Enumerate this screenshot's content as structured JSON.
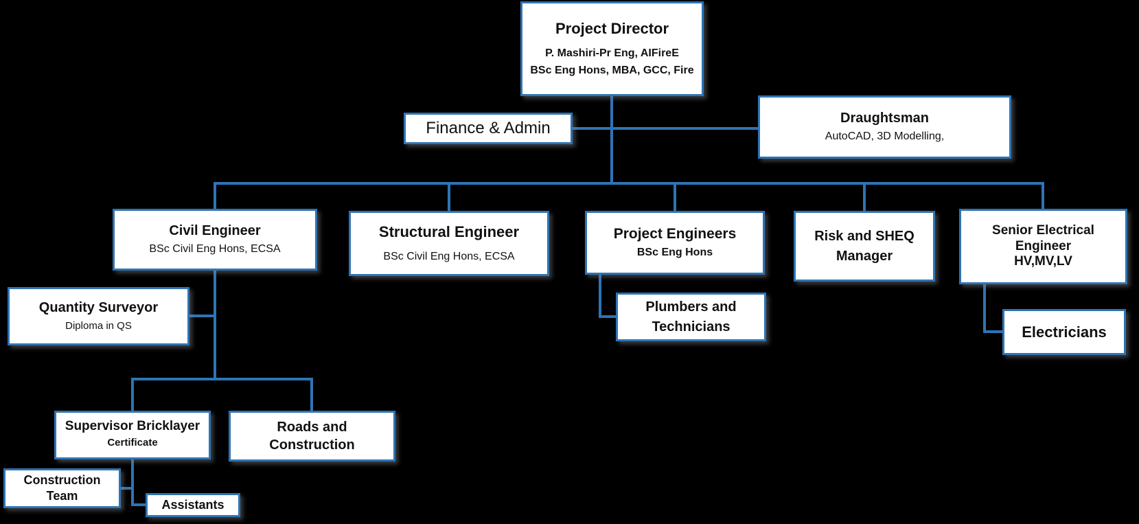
{
  "colors": {
    "background": "#000000",
    "box_fill": "#FFFFFF",
    "box_border": "#2E74B5",
    "connector": "#2E74B5",
    "text": "#111111"
  },
  "nodes": {
    "project_director": {
      "title": "Project Director",
      "sub1": "P. Mashiri-Pr Eng, AIFireE",
      "sub2": "BSc Eng Hons, MBA, GCC, Fire"
    },
    "finance_admin": {
      "title": "Finance & Admin"
    },
    "draughtsman": {
      "title": "Draughtsman",
      "sub1": "AutoCAD, 3D Modelling,"
    },
    "civil_engineer": {
      "title": "Civil Engineer",
      "sub1": "BSc Civil Eng Hons, ECSA"
    },
    "structural_engineer": {
      "title": "Structural Engineer",
      "sub1": "BSc Civil Eng Hons, ECSA"
    },
    "project_engineers": {
      "title": "Project Engineers",
      "sub1": "BSc Eng Hons"
    },
    "risk_sheq_manager": {
      "title": "Risk and SHEQ",
      "title2": "Manager"
    },
    "senior_electrical_engineer": {
      "title": "Senior Electrical Engineer",
      "title2": "HV,MV,LV"
    },
    "quantity_surveyor": {
      "title": "Quantity Surveyor",
      "sub1": "Diploma in QS"
    },
    "plumbers_technicians": {
      "title": "Plumbers and",
      "title2": "Technicians"
    },
    "electricians": {
      "title": "Electricians"
    },
    "supervisor_bricklayer": {
      "title": "Supervisor Bricklayer",
      "sub1": "Certificate"
    },
    "roads_construction": {
      "title": "Roads and",
      "title2": "Construction"
    },
    "construction_team": {
      "title": "Construction",
      "title2": "Team"
    },
    "assistants": {
      "title": "Assistants"
    }
  },
  "hierarchy": {
    "Project Director": [
      "Finance & Admin",
      "Draughtsman",
      "Civil Engineer",
      "Structural Engineer",
      "Project Engineers",
      "Risk and SHEQ Manager",
      "Senior Electrical Engineer HV,MV,LV"
    ],
    "Civil Engineer": [
      "Quantity Surveyor",
      "Supervisor Bricklayer",
      "Roads and Construction"
    ],
    "Supervisor Bricklayer": [
      "Construction Team",
      "Assistants"
    ],
    "Project Engineers": [
      "Plumbers and Technicians"
    ],
    "Senior Electrical Engineer HV,MV,LV": [
      "Electricians"
    ]
  }
}
